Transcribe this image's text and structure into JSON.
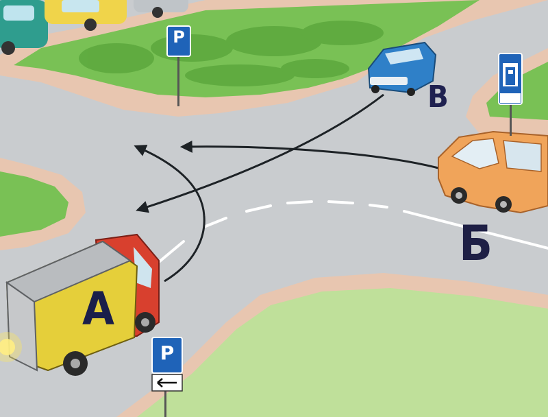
{
  "labels": {
    "truck": "А",
    "van": "Б",
    "car": "В"
  },
  "signs": {
    "parking_top": {
      "letter": "P",
      "icon": "parking-sign-icon"
    },
    "parking_bottom": {
      "letter": "P",
      "icon": "parking-sign-with-left-arrow-icon"
    },
    "fuel_station": {
      "icon": "fuel-station-sign-icon"
    }
  },
  "vehicles": {
    "truck": {
      "color": "#e5cf3a",
      "cab_color": "#d8402e"
    },
    "van": {
      "color": "#f0a45a"
    },
    "car": {
      "color": "#2f80c8"
    }
  },
  "colors": {
    "road": "#c9cccf",
    "grass": "#7fc45a",
    "curb": "#e9c7b2",
    "sign_blue": "#1f63b8",
    "label": "#1b1f4a"
  }
}
